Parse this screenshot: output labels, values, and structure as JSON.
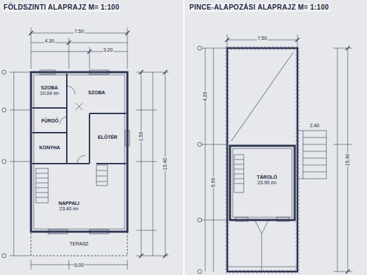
{
  "diagram": {
    "nodes": [
      {
        "text": [
          "SZOBA",
          "10.04 m²"
        ]
      },
      {
        "text": [
          "SZOBA"
        ]
      },
      {
        "text": [
          "FÜRDŐ"
        ]
      },
      {
        "text": [
          "KONYHA"
        ]
      },
      {
        "text": [
          "ELŐTÉR"
        ]
      },
      {
        "text": [
          "NAPPALI",
          "23.40 m²"
        ]
      },
      {
        "text": [
          "TÁROLÓ",
          "23.90 m²"
        ]
      }
    ],
    "labels": [
      "FÖLDSZINTI ALAPRAJZ M= 1:100",
      "PINCE-ALAPOZÁSI ALAPRAJZ M= 1:100",
      "7.50",
      "4.30",
      "3.20",
      "15.40",
      "TERASZ",
      "7.50",
      "15.40",
      "2.40",
      "4.20",
      "5.90",
      "1.50",
      "6.00"
    ]
  }
}
